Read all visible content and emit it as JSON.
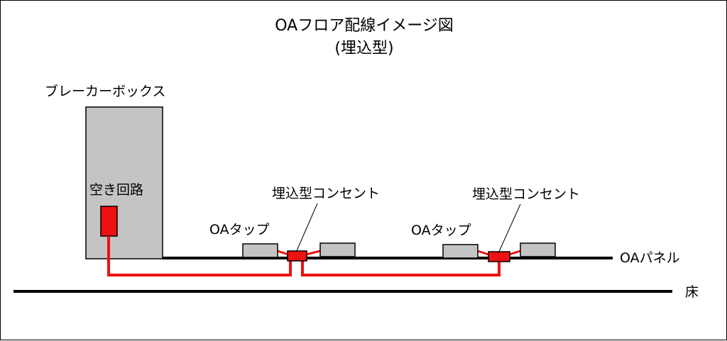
{
  "title": "OAフロア配線イメージ図",
  "subtitle": "(埋込型)",
  "labels": {
    "breaker_box": "ブレーカーボックス",
    "spare_circuit": "空き回路",
    "outlet_1": "埋込型コンセント",
    "outlet_2": "埋込型コンセント",
    "oa_tap_1": "OAタップ",
    "oa_tap_2": "OAタップ",
    "oa_panel": "OAパネル",
    "floor": "床"
  },
  "colors": {
    "wire": "#ee1111",
    "breaker_fill": "#c4c4c4",
    "tap_fill": "#c4c4c4",
    "line": "#000000"
  }
}
